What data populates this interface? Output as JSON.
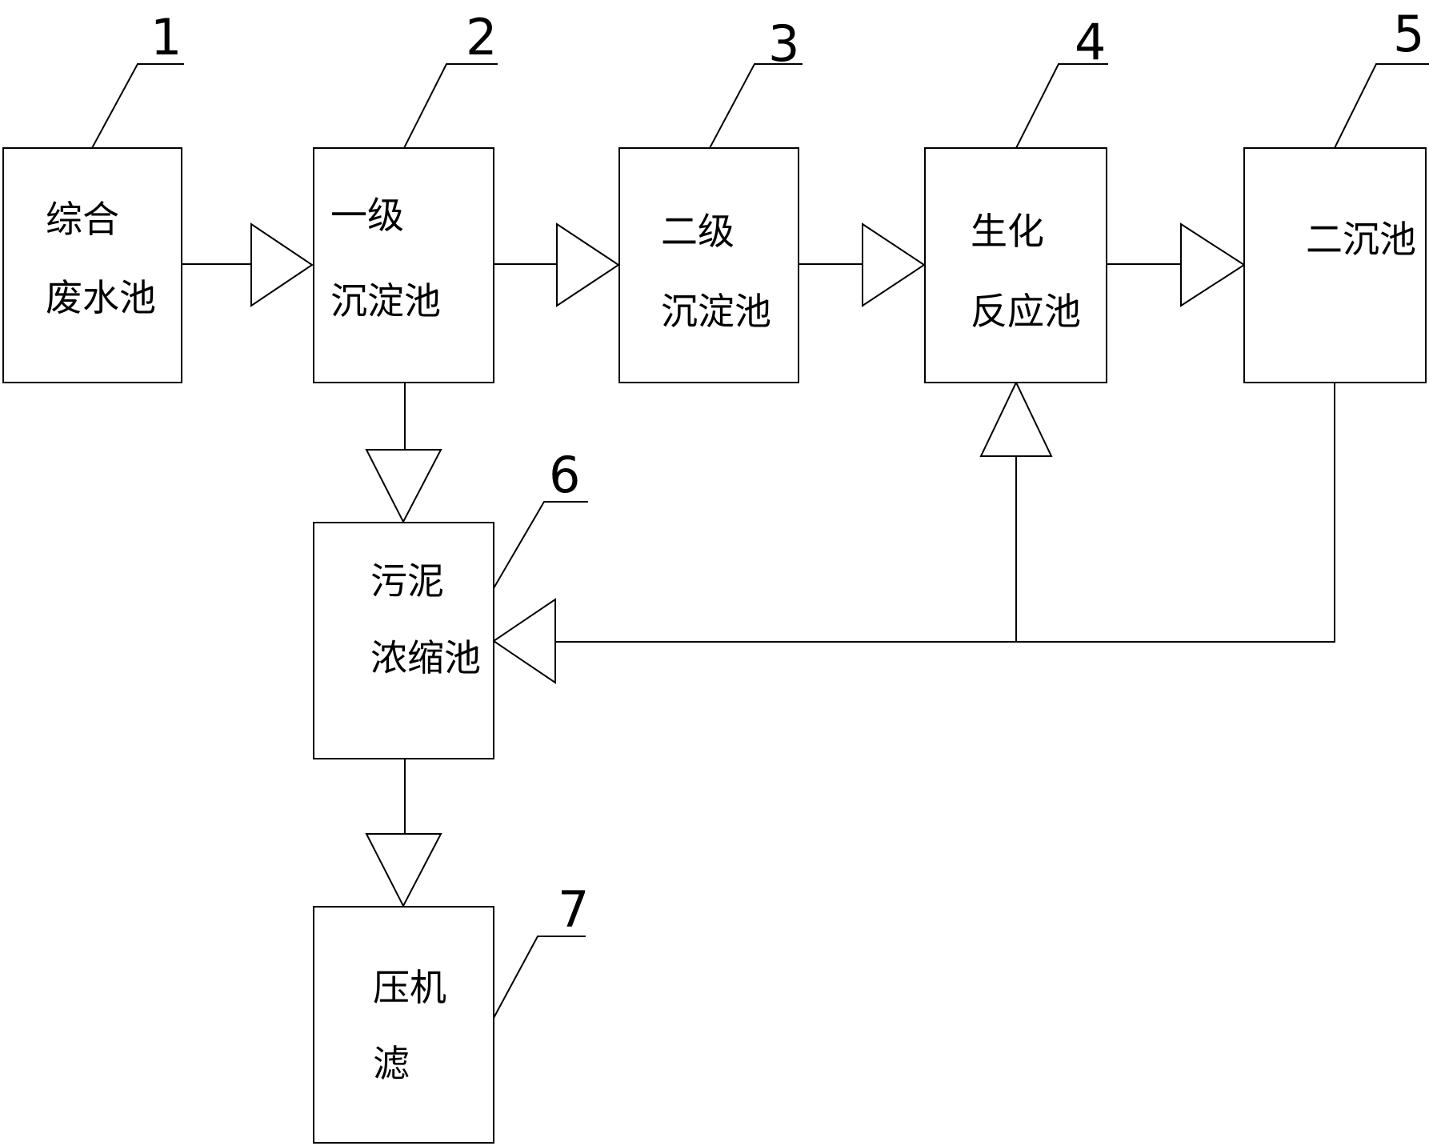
{
  "boxes": [
    {
      "id": "1",
      "lines": [
        "综合",
        "废水池"
      ]
    },
    {
      "id": "2",
      "lines": [
        "一级",
        "沉淀池"
      ]
    },
    {
      "id": "3",
      "lines": [
        "二级",
        "沉淀池"
      ]
    },
    {
      "id": "4",
      "lines": [
        "生化",
        "反应池"
      ]
    },
    {
      "id": "5",
      "lines": [
        "二沉池"
      ]
    },
    {
      "id": "6",
      "lines": [
        "污泥",
        "浓缩池"
      ]
    },
    {
      "id": "7",
      "lines": [
        "压机",
        "滤"
      ]
    }
  ],
  "colors": {
    "stroke": "#000000",
    "background": "#ffffff"
  }
}
